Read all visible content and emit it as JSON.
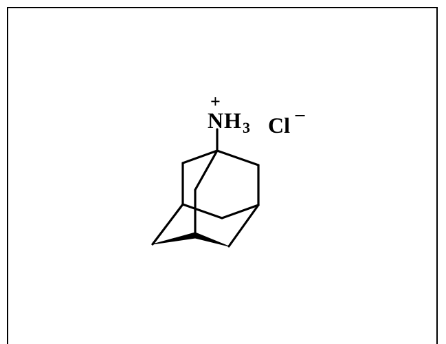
{
  "molecule": {
    "nitrogen": "N",
    "hydrogens": "H",
    "hydrogen_count": "3",
    "cation_charge": "+",
    "counterion": "Cl",
    "anion_charge": "−"
  },
  "colors": {
    "ink": "#000000",
    "background": "#ffffff"
  }
}
